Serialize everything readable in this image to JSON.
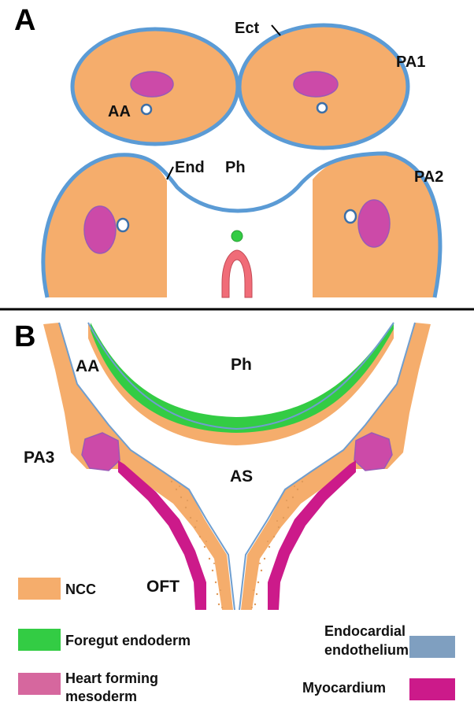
{
  "colors": {
    "ncc": "#f5ad6c",
    "ectoderm": "#5b9bd5",
    "endoderm": "#33cc44",
    "mesoderm": "#cc4aa8",
    "myocardium": "#cc1a8a",
    "endocardium": "#7f9fc0",
    "aortic_sac_outline": "#6f9ecf",
    "notochord": "#f06c78"
  },
  "panel_a": {
    "letter": "A",
    "labels": {
      "ect": "Ect",
      "pa1": "PA1",
      "aa": "AA",
      "end": "End",
      "ph": "Ph",
      "pa2": "PA2"
    }
  },
  "panel_b": {
    "letter": "B",
    "labels": {
      "aa": "AA",
      "ph": "Ph",
      "pa3": "PA3",
      "as": "AS",
      "oft": "OFT"
    }
  },
  "legend": {
    "ncc": "NCC",
    "foregut": "Foregut endoderm",
    "heart_forming_1": "Heart forming",
    "heart_forming_2": "mesoderm",
    "endocardial_1": "Endocardial",
    "endocardial_2": "endothelium",
    "myocardium": "Myocardium"
  }
}
